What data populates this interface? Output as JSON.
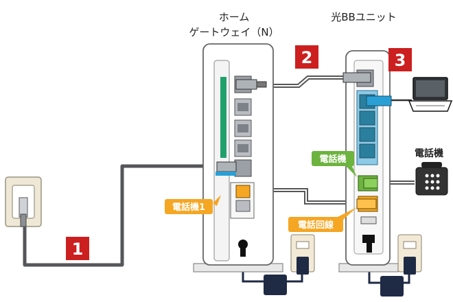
{
  "devices": {
    "gateway_line1": "ホーム",
    "gateway_line2": "ゲートウェイ（N）",
    "bb_unit": "光BBユニット"
  },
  "steps": [
    "1",
    "2",
    "3"
  ],
  "labels": {
    "phone1": "電話機1",
    "phone": "電話機",
    "phone_line": "電話回線",
    "telephone": "電話機"
  },
  "colors": {
    "step_red": "#cc1f1f",
    "cable_gray": "#55565a",
    "lan_blue": "#2a9fd6",
    "phone_green": "#6db33f",
    "phone_orange": "#f5a623",
    "status_green": "#22a06b"
  },
  "icons": [
    "wall-jack-icon",
    "laptop-icon",
    "telephone-icon",
    "power-outlet-icon",
    "ac-adapter-icon"
  ]
}
